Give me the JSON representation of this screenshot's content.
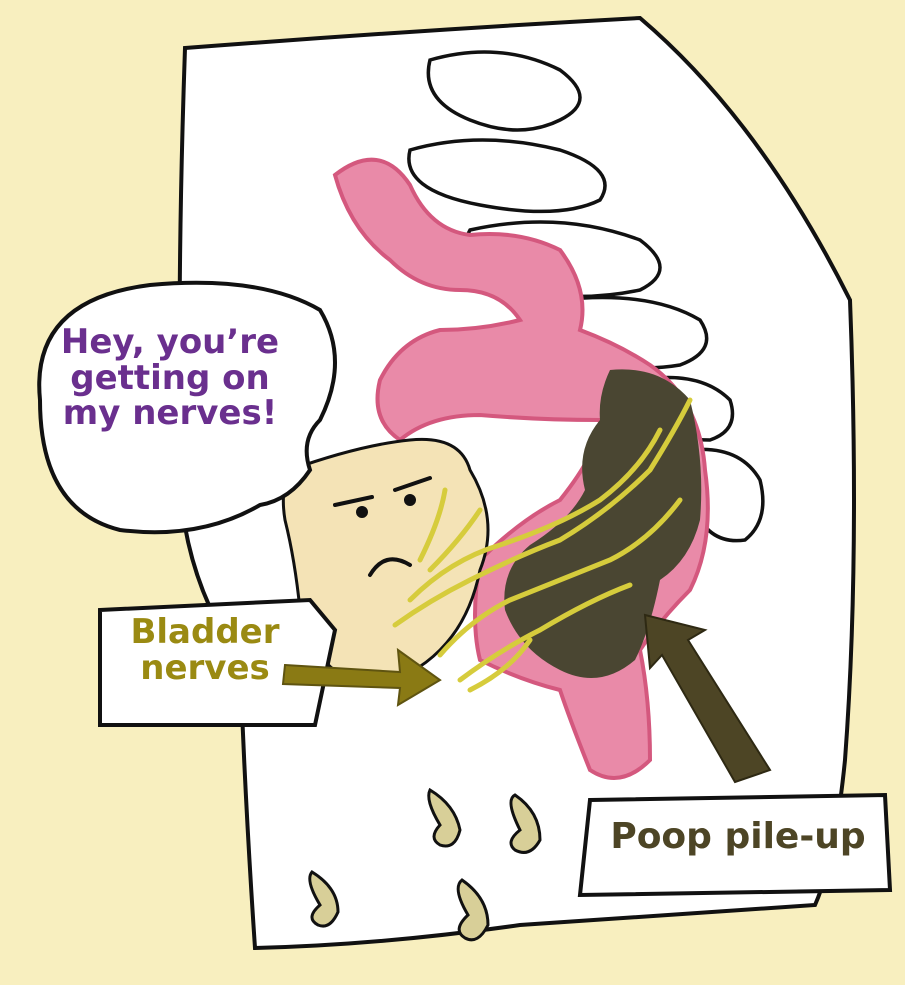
{
  "speech_bubble": {
    "lines": [
      "Hey, you’re",
      "getting on",
      "my nerves!"
    ]
  },
  "labels": {
    "bladder_nerves": [
      "Bladder",
      "nerves"
    ],
    "poop_pile_up": "Poop pile-up"
  },
  "colors": {
    "background": "#f8efbf",
    "colon": "#e98aa8",
    "colon_dark": "#d4587e",
    "bladder": "#f4e3b6",
    "poop": "#4a4632",
    "nerves": "#d6cc3c",
    "speech_text": "#6a2f8e",
    "bladder_label": "#9a8a12",
    "arrow_olive": "#8a7a14",
    "arrow_dark": "#4d4525",
    "droplet": "#d8cf98"
  }
}
